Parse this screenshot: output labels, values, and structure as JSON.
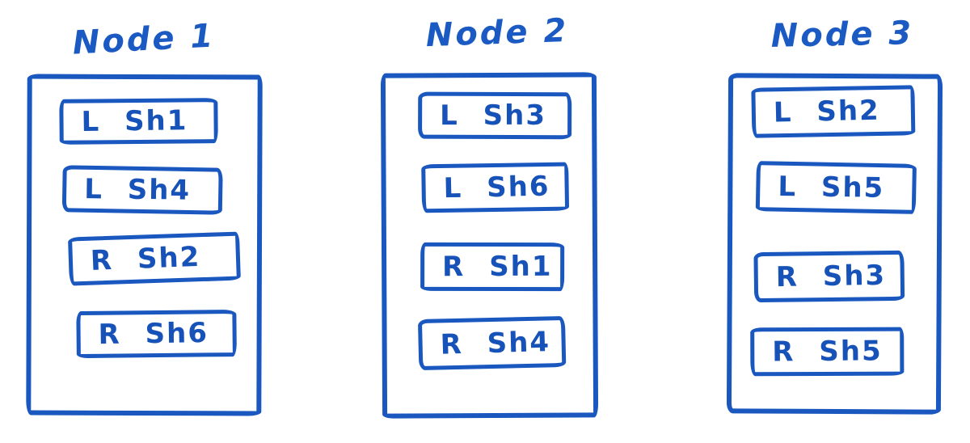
{
  "diagram": {
    "ink_color": "#1a58bf",
    "background_color": "#ffffff",
    "nodes": [
      {
        "title": "Node 1",
        "shards": [
          "L Sh1",
          "L Sh4",
          "R Sh2",
          "R Sh6"
        ]
      },
      {
        "title": "Node 2",
        "shards": [
          "L Sh3",
          "L Sh6",
          "R Sh1",
          "R Sh4"
        ]
      },
      {
        "title": "Node 3",
        "shards": [
          "L Sh2",
          "L Sh5",
          "R Sh3",
          "R Sh5"
        ]
      }
    ]
  }
}
